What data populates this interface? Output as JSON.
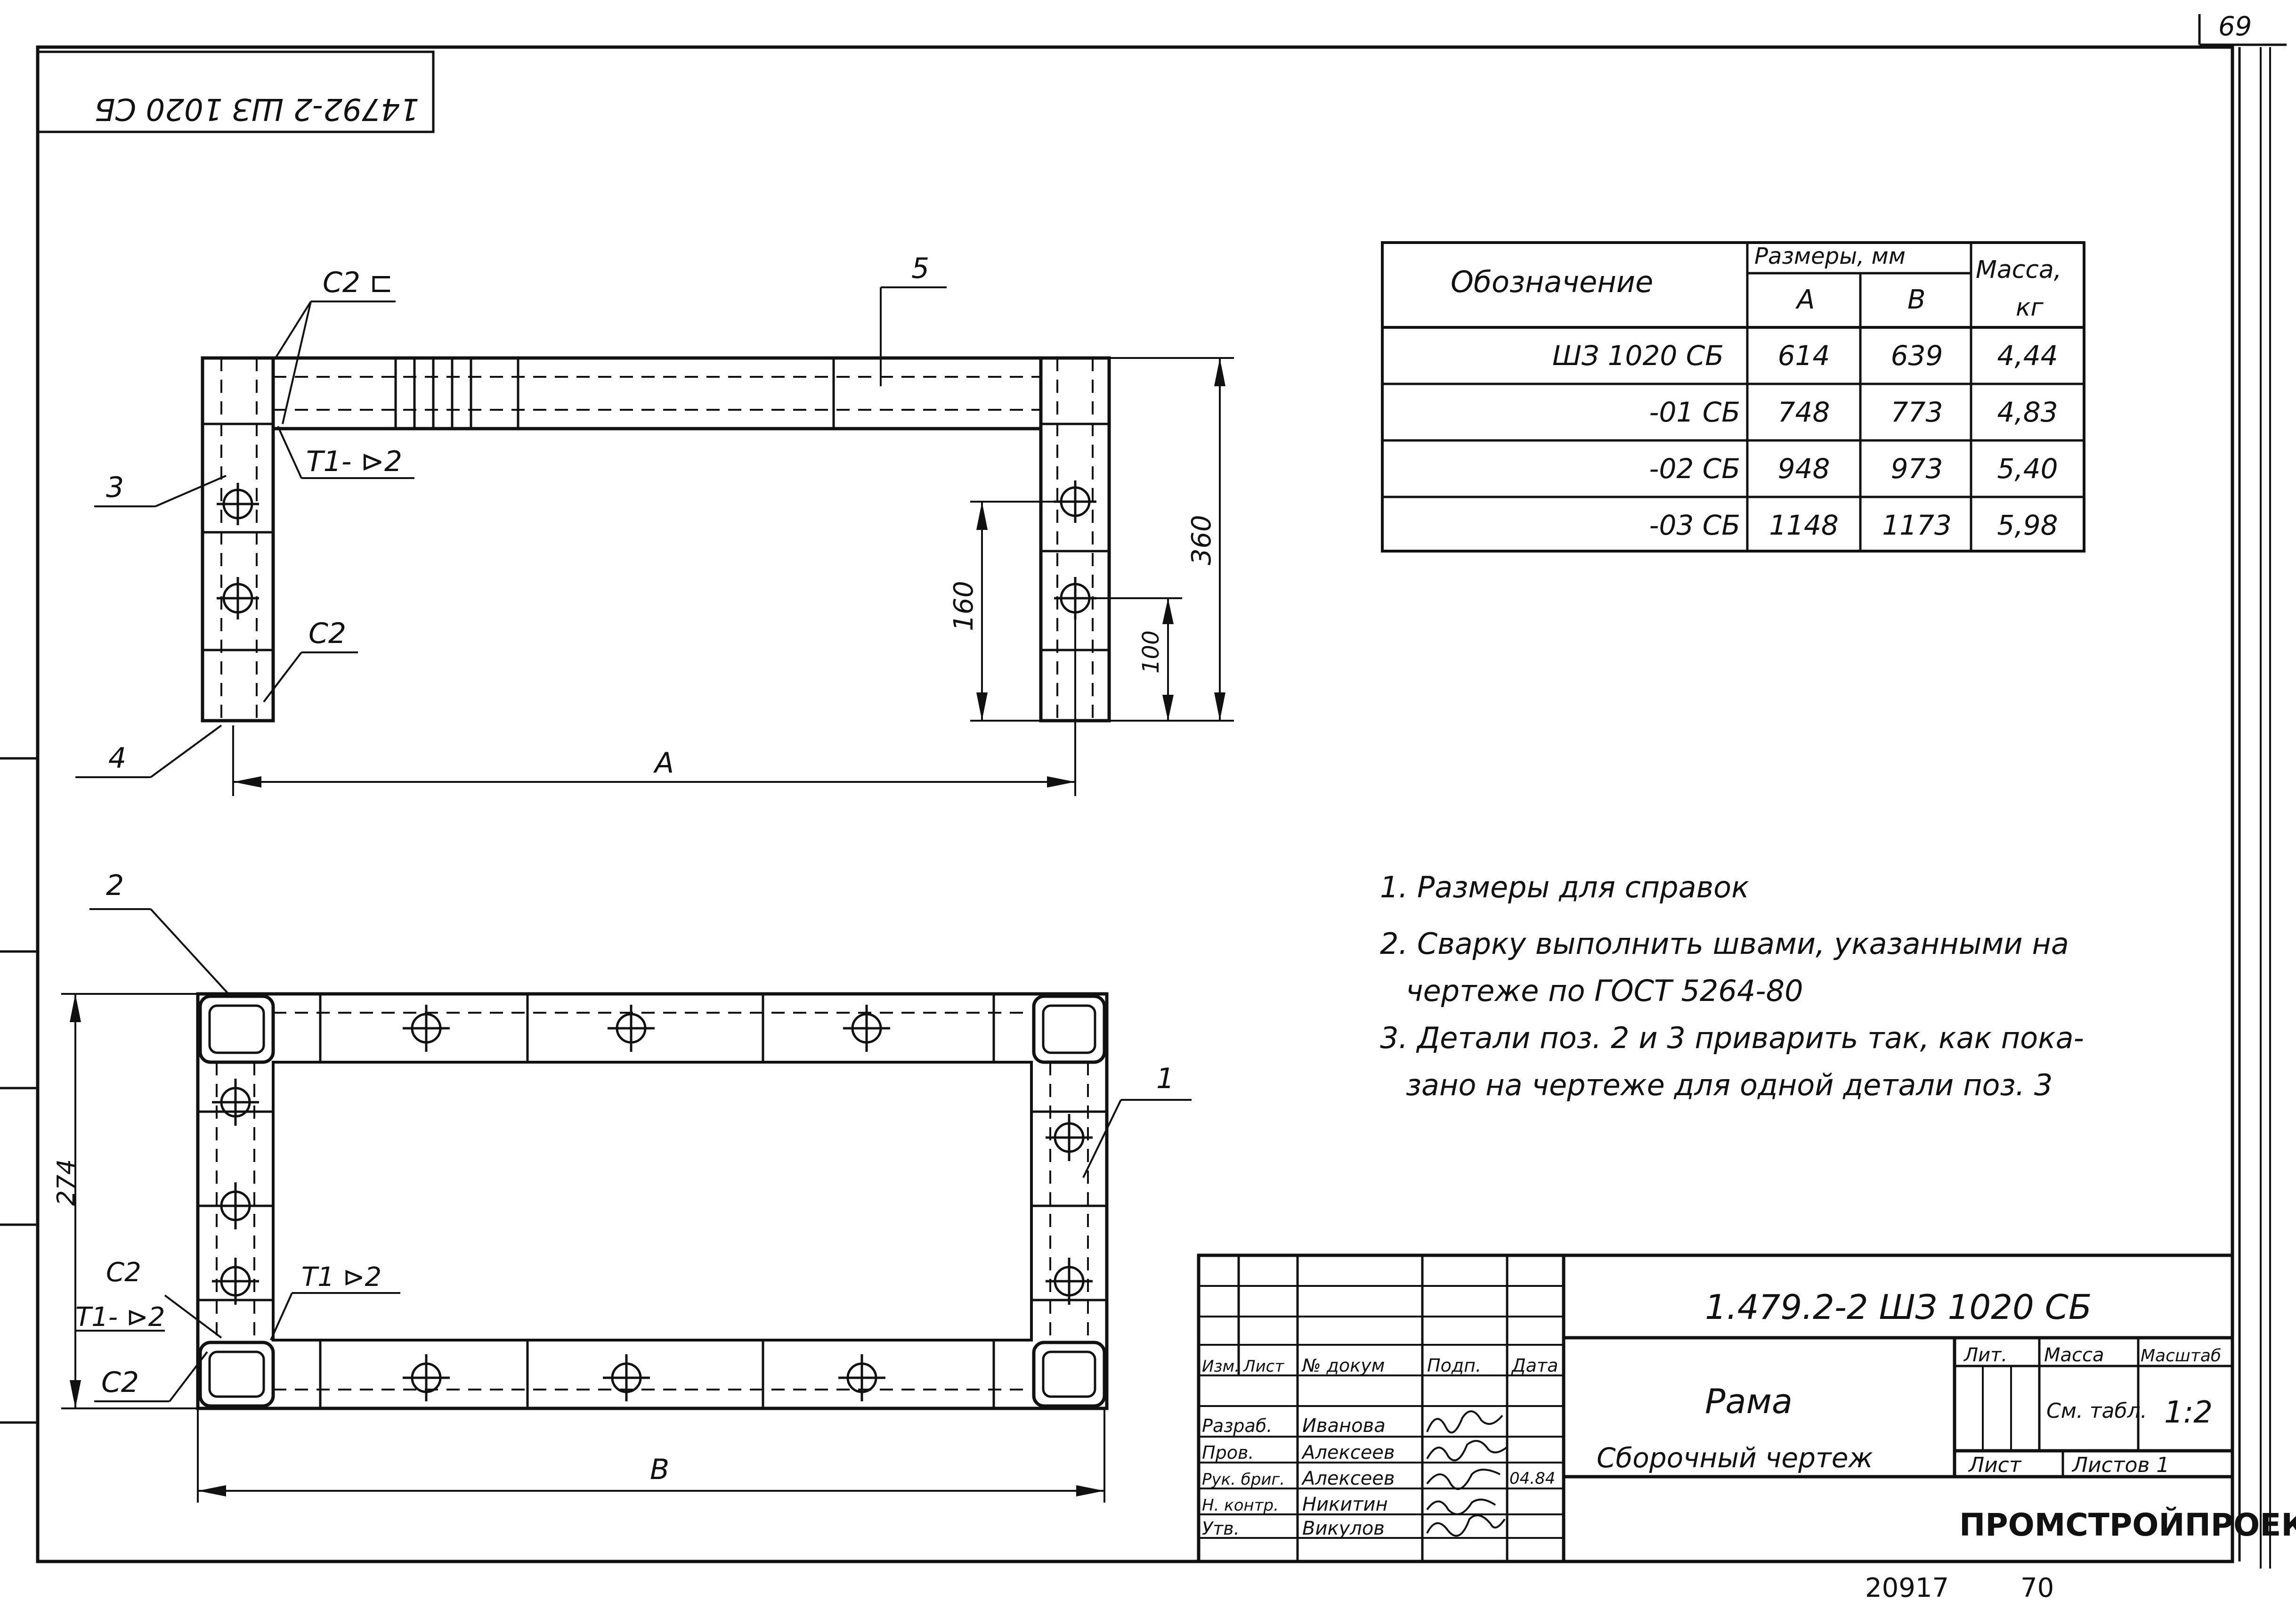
{
  "page_number": "69",
  "drawing_code_mirrored": "14792-2 ШЗ 1020 СБ",
  "side_view": {
    "labels": {
      "c2_channel": "С2 ⊏",
      "pos5": "5",
      "pos3": "3",
      "pos4": "4",
      "t1": "Т1- ⊳2",
      "c2": "С2",
      "dim_A": "А",
      "dim_160": "160",
      "dim_100": "100",
      "dim_360": "360"
    }
  },
  "plan_view": {
    "labels": {
      "pos2": "2",
      "pos1": "1",
      "dim_B": "В",
      "dim_274": "274",
      "c2_top": "С2",
      "t1_left": "Т1- ⊳2",
      "t1_right": "Т1 ⊳2",
      "c2_bottom": "С2"
    }
  },
  "spec_table": {
    "headers": {
      "designation": "Обозначение",
      "dimensions": "Размеры, мм",
      "col_a": "А",
      "col_b": "В",
      "mass": "Масса,",
      "mass_unit": "кг"
    },
    "rows": [
      {
        "designation": "ШЗ 1020 СБ",
        "a": "614",
        "b": "639",
        "mass": "4,44"
      },
      {
        "designation": "-01 СБ",
        "a": "748",
        "b": "773",
        "mass": "4,83"
      },
      {
        "designation": "-02 СБ",
        "a": "948",
        "b": "973",
        "mass": "5,40"
      },
      {
        "designation": "-03 СБ",
        "a": "1148",
        "b": "1173",
        "mass": "5,98"
      }
    ]
  },
  "notes": [
    "1. Размеры для справок",
    "2. Сварку выполнить швами, указанными на",
    "чертеже по ГОСТ 5264-80",
    "3. Детали поз. 2 и 3 приварить так, как пока-",
    "зано на чертеже для одной детали поз. 3"
  ],
  "title_block": {
    "code": "1.479.2-2   ШЗ 1020 СБ",
    "title": "Рама",
    "subtitle": "Сборочный чертеж",
    "headers": {
      "izm": "Изм.",
      "list": "Лист",
      "doc": "№ докум",
      "sign": "Подп.",
      "date": "Дата",
      "lit": "Лит.",
      "mass": "Масса",
      "scale": "Масштаб",
      "sheet": "Лист",
      "sheets": "Листов 1"
    },
    "mass_value": "См. табл.",
    "scale_value": "1:2",
    "roles": [
      {
        "role": "Разраб.",
        "name": "Иванова"
      },
      {
        "role": "Пров.",
        "name": "Алексеев"
      },
      {
        "role": "Рук. бриг.",
        "name": "Алексеев"
      },
      {
        "role": "Н. контр.",
        "name": "Никитин"
      },
      {
        "role": "Утв.",
        "name": "Викулов"
      }
    ],
    "date_value": "04.84",
    "organization": "ПРОМСТРОЙПРОЕКТ"
  },
  "footer": {
    "archive_number": "20917",
    "archive_suffix": "70"
  }
}
